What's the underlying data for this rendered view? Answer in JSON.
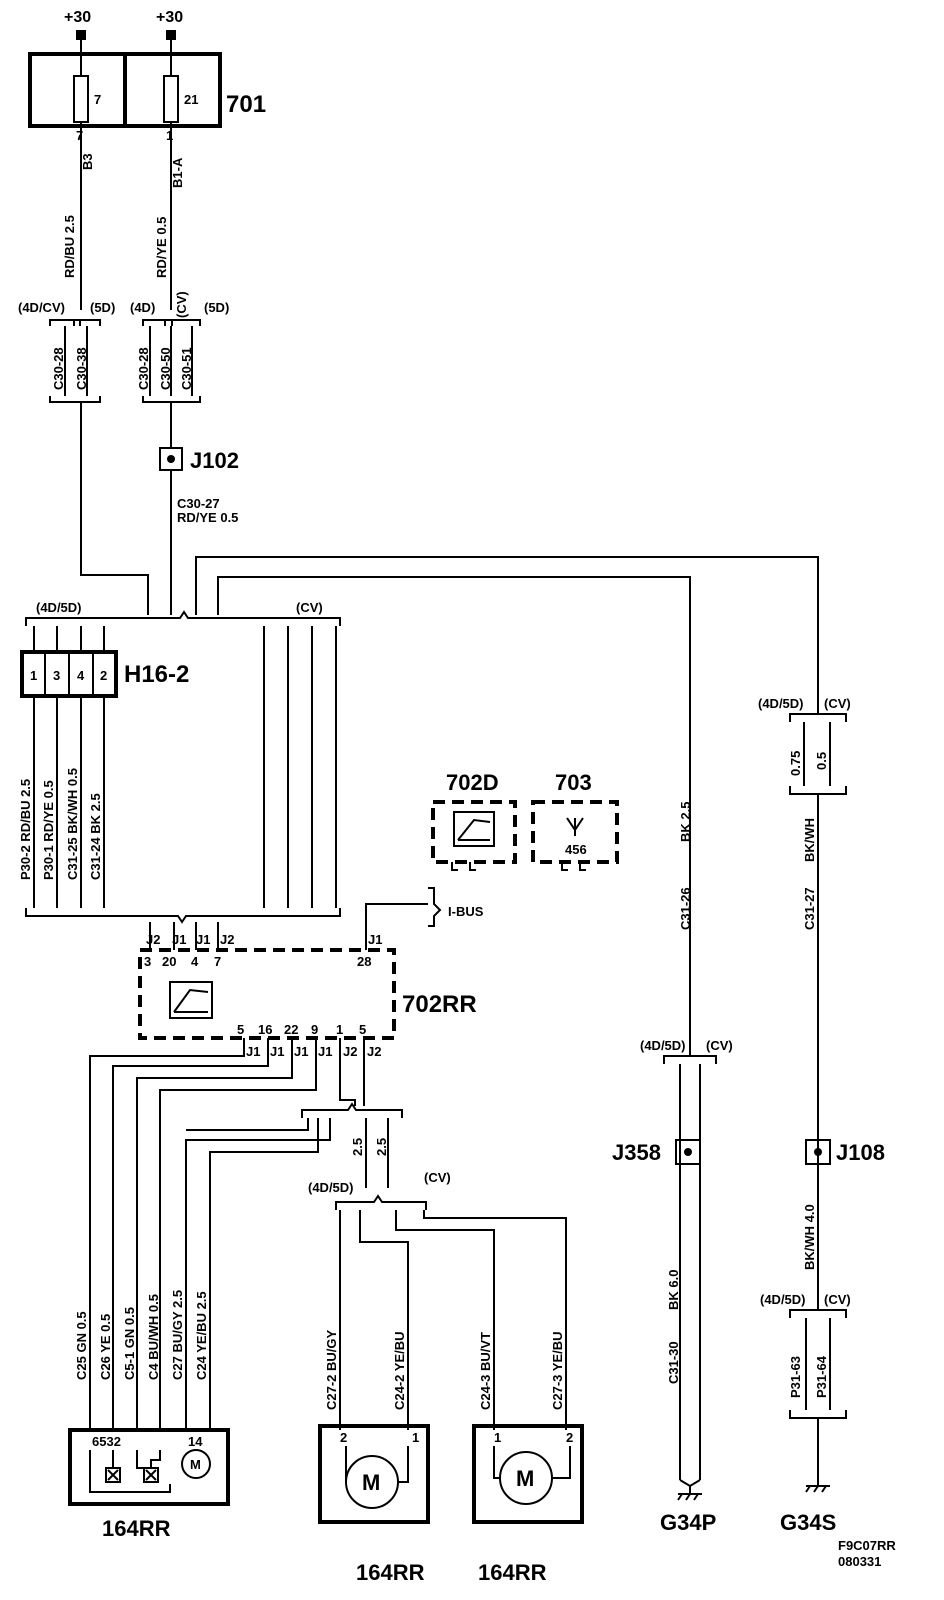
{
  "power": {
    "left": "+30",
    "right": "+30"
  },
  "fusebox": {
    "id": "701",
    "fuse_left": "7",
    "fuse_right": "21",
    "pin_left": "7",
    "pin_right": "1",
    "term_left": "B3",
    "term_right": "B1-A"
  },
  "wires_top": {
    "left": "RD/BU  2.5",
    "right": "RD/YE  0.5"
  },
  "variants_top": {
    "a": "(4D/CV)",
    "b": "(5D)",
    "c": "(4D)",
    "d": "(CV)",
    "e": "(5D)"
  },
  "connectors_top": [
    "C30-28",
    "C30-38",
    "C30-28",
    "C30-50",
    "C30-51"
  ],
  "splice_j102": {
    "id": "J102",
    "conn": "C30-27",
    "wire": "RD/YE  0.5"
  },
  "variant_mid": {
    "left": "(4D/5D)",
    "right": "(CV)"
  },
  "h16": {
    "id": "H16-2",
    "pins": [
      "1",
      "3",
      "4",
      "2"
    ]
  },
  "h16_wires": [
    "P30-2  RD/BU   2.5",
    "P30-1  RD/YE   0.5",
    "C31-25  BK/WH  0.5",
    "C31-24  BK  2.5"
  ],
  "module_702d": {
    "id": "702D"
  },
  "module_703": {
    "id": "703",
    "code": "456"
  },
  "ibus": "I-BUS",
  "module_702rr": {
    "id": "702RR",
    "top_conn": [
      "J2",
      "J1",
      "J1",
      "J2",
      "J1"
    ],
    "top_pins": [
      "3",
      "20",
      "4",
      "7",
      "28"
    ],
    "bottom_pins": [
      "5",
      "16",
      "22",
      "9",
      "1",
      "5"
    ],
    "bottom_conn": [
      "J1",
      "J1",
      "J1",
      "J1",
      "J2",
      "J2"
    ]
  },
  "motor_feed": {
    "w1": "2.5",
    "w2": "2.5"
  },
  "variant_lower": {
    "left": "(4D/5D)",
    "right": "(CV)"
  },
  "lower_wires_left": [
    "C25  GN   0.5",
    "C26  YE   0.5",
    "C5-1  GN   0.5",
    "C4  BU/WH  0.5",
    "C27  BU/GY   2.5",
    "C24  YE/BU   2.5"
  ],
  "lower_wires_motors": [
    "C27-2  BU/GY",
    "C24-2  YE/BU",
    "C24-3  BU/VT",
    "C27-3  YE/BU"
  ],
  "component_left": {
    "pins": "6532",
    "pin_m": "14",
    "label": "164RR"
  },
  "motor1": {
    "pin_l": "2",
    "pin_r": "1",
    "label": "164RR"
  },
  "motor2": {
    "pin_l": "1",
    "pin_r": "2",
    "label": "164RR"
  },
  "motor_symbol": "M",
  "ground_p": {
    "variant_l": "(4D/5D)",
    "variant_r": "(CV)",
    "splice": "J358",
    "wire_top": "C31-26",
    "wire_top_spec": "BK  2.5",
    "wire_bot": "C31-30",
    "wire_bot_spec": "BK  6.0",
    "label": "G34P"
  },
  "ground_s": {
    "variant_l": "(4D/5D)",
    "variant_r": "(CV)",
    "size_a": "0.75",
    "size_b": "0.5",
    "wire_top": "C31-27",
    "wire_top_spec": "BK/WH",
    "splice": "J108",
    "wire_mid": "BK/WH  4.0",
    "variant_l2": "(4D/5D)",
    "variant_r2": "(CV)",
    "conn_a": "P31-63",
    "conn_b": "P31-64",
    "label": "G34S"
  },
  "footer": {
    "code": "F9C07RR",
    "date": "080331"
  }
}
